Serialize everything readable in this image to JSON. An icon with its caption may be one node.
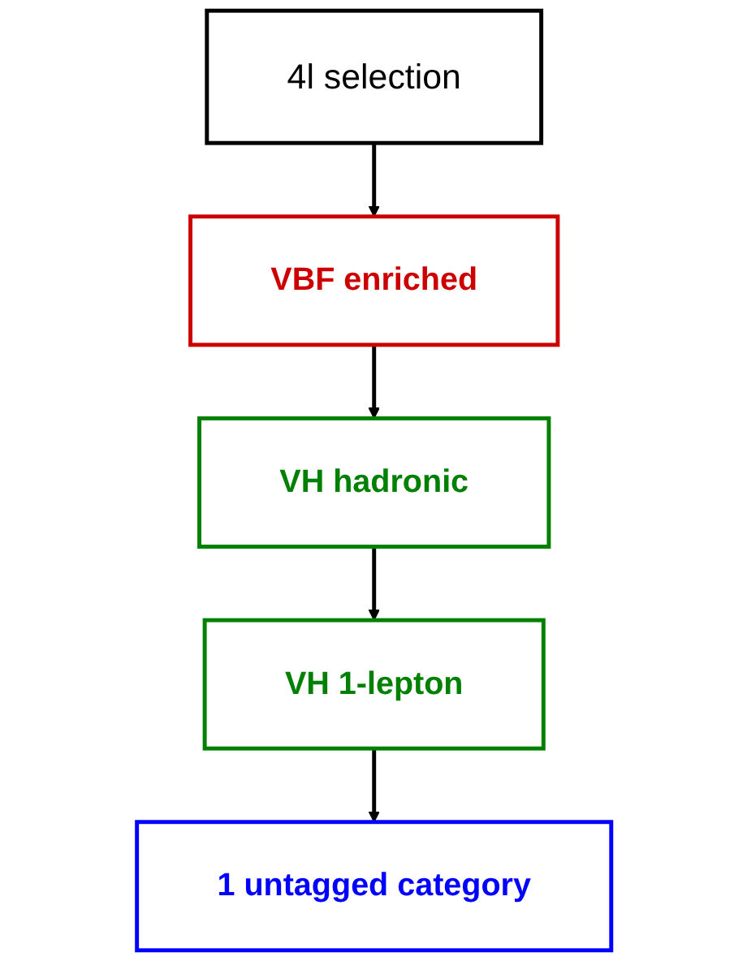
{
  "diagram": {
    "nodes": [
      {
        "text": [
          "4l selection"
        ]
      },
      {
        "text": [
          "VBF enriched"
        ]
      },
      {
        "text": [
          "VH hadronic"
        ]
      },
      {
        "text": [
          "VH 1-lepton"
        ]
      },
      {
        "text": [
          "1 untagged category"
        ]
      }
    ],
    "edges": [
      {
        "from": 0,
        "to": 1,
        "arrow": "to"
      },
      {
        "from": 1,
        "to": 2,
        "arrow": "to"
      },
      {
        "from": 2,
        "to": 3,
        "arrow": "to"
      },
      {
        "from": 3,
        "to": 4,
        "arrow": "to"
      }
    ]
  }
}
